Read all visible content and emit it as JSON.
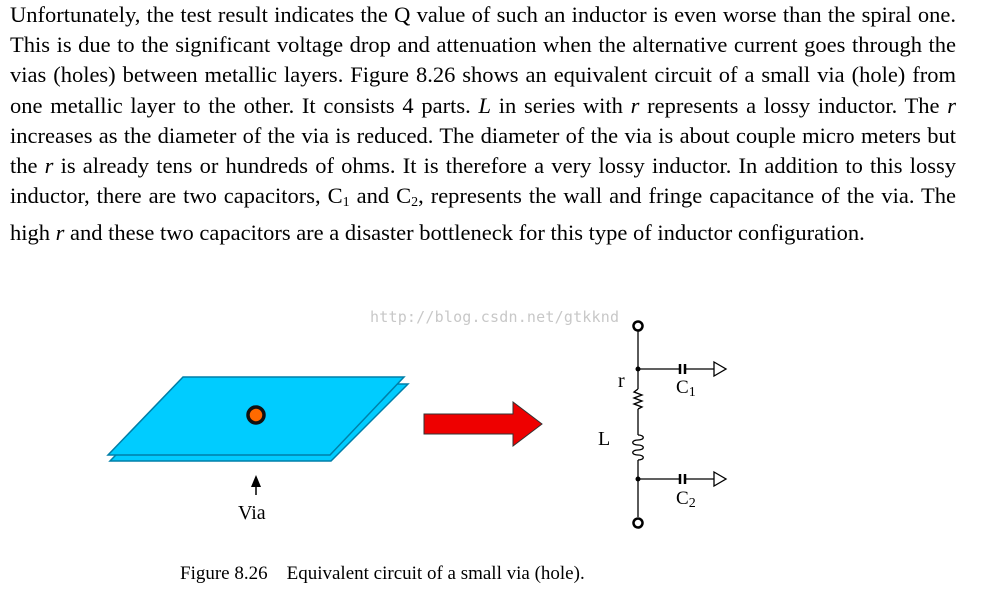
{
  "paragraph": {
    "s1": "Unfortunately, the test result indicates the Q value of such an inductor is even worse than the spiral one.  This is due to the significant voltage drop and attenuation when the alternative current goes through the vias (holes) between metallic layers. Figure 8.26 shows an equivalent circuit of a small via (hole) from one metallic layer to the other. It consists 4 parts. ",
    "L1": "L",
    "s2": " in series with ",
    "r1": "r",
    "s3": " represents a lossy inductor.  The ",
    "r2": "r",
    "s4": " increases as the diameter of the via is reduced. The diameter of the via is about couple micro meters but the ",
    "r3": "r",
    "s5": " is already tens or hundreds of ohms. It is therefore a very lossy inductor.  In addition to this lossy inductor, there are two capacitors, C",
    "c1sub": "1",
    "s6": " and C",
    "c2sub": "2",
    "s7": ", represents the wall and fringe capacitance of the via. The high ",
    "r4": "r",
    "s8": " and these two capacitors are a disaster bottleneck for this type of inductor configuration."
  },
  "watermark": "http://blog.csdn.net/gtkknd",
  "figure": {
    "via_label": "Via",
    "r_label": "r",
    "L_label": "L",
    "c1_label": "C",
    "c1_sub": "1",
    "c2_label": "C",
    "c2_sub": "2",
    "colors": {
      "plate": "#00ccff",
      "plate_edge": "#007fa8",
      "via_fill": "#ff6a00",
      "arrow": "#ee0000"
    }
  },
  "caption": "Figure 8.26    Equivalent circuit of a small via (hole)."
}
